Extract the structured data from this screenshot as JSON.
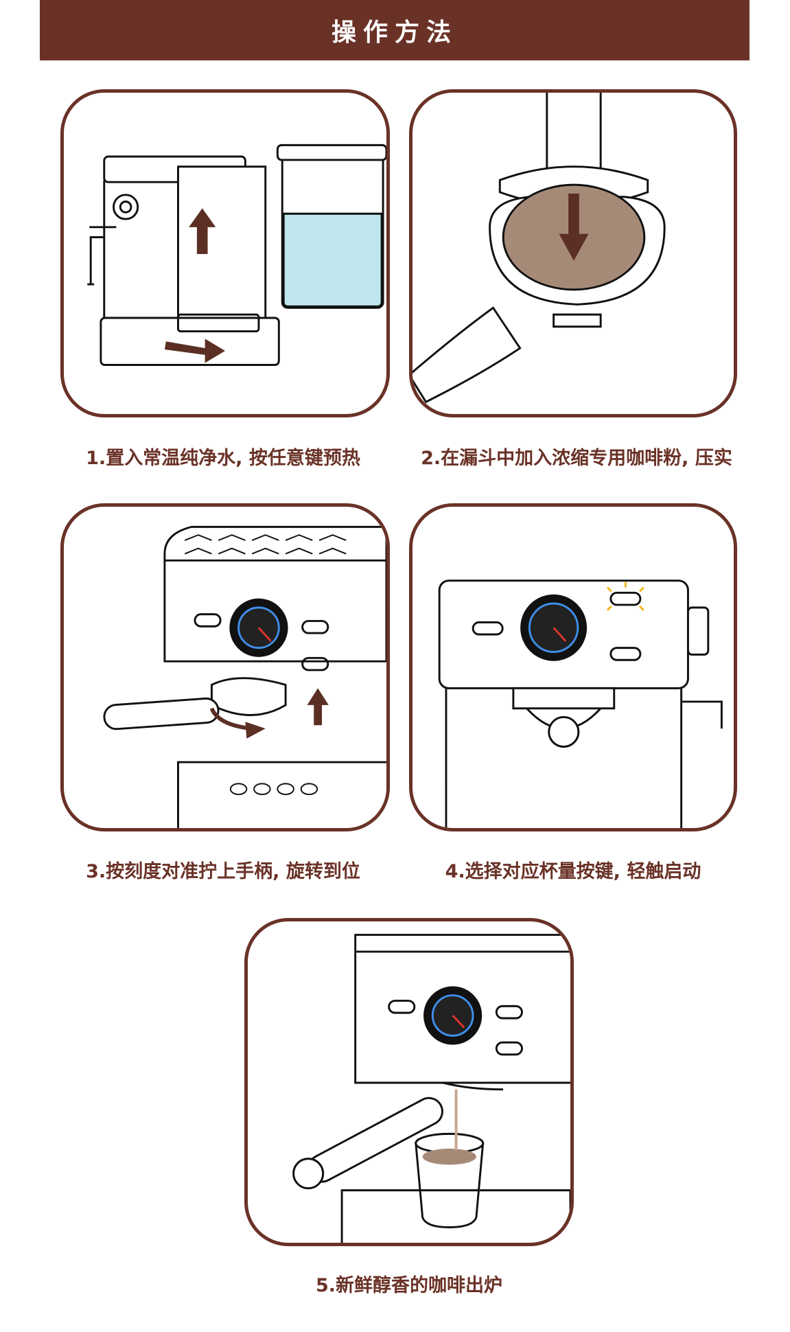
{
  "header": {
    "title": "操作方法"
  },
  "colors": {
    "brand": "#6a3227",
    "water": "#bfe6ee",
    "coffee_grounds": "#a68a78",
    "arrow": "#5b2f24",
    "indicator_glow": "#f1b51c",
    "gauge_red": "#d9352a",
    "gauge_blue": "#3f8ee8"
  },
  "steps": [
    {
      "caption": "1.置入常温纯净水, 按任意键预热",
      "icon": "water-tank-icon"
    },
    {
      "caption": "2.在漏斗中加入浓缩专用咖啡粉, 压实",
      "icon": "tamper-icon"
    },
    {
      "caption": "3.按刻度对准拧上手柄, 旋转到位",
      "icon": "portafilter-icon"
    },
    {
      "caption": "4.选择对应杯量按键, 轻触启动",
      "icon": "control-panel-icon"
    },
    {
      "caption": "5.新鲜醇香的咖啡出炉",
      "icon": "coffee-cup-icon"
    }
  ]
}
